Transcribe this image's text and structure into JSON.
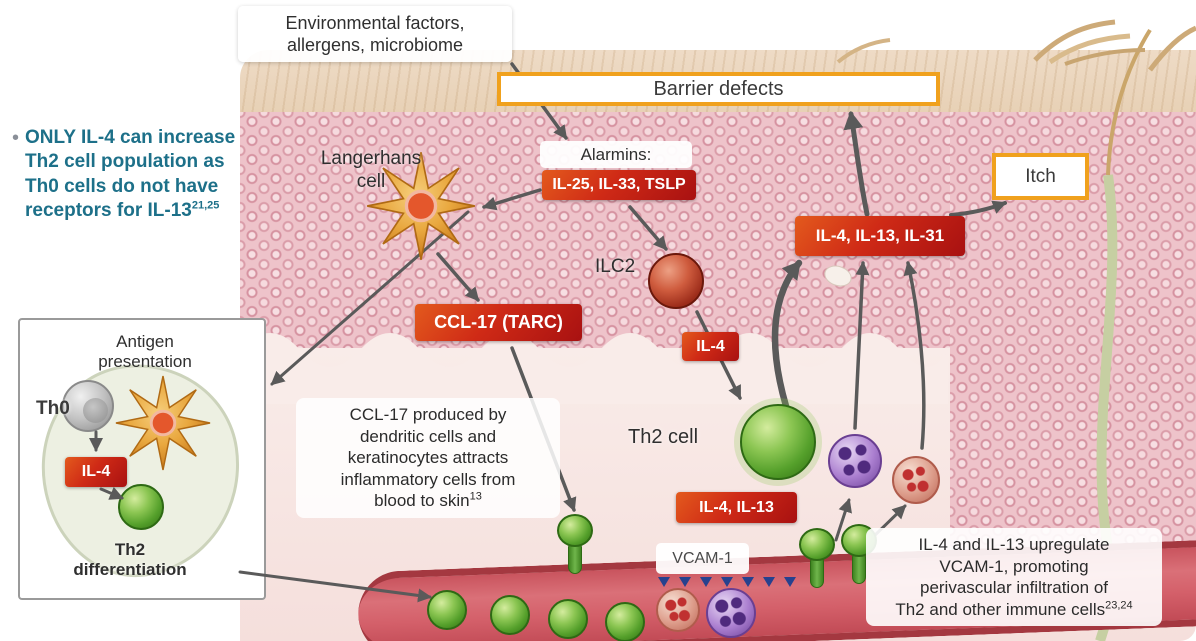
{
  "colors": {
    "red_box": "#c22414",
    "orange_border": "#f0a11d",
    "teal_text": "#1d7089",
    "arrow_gray": "#5a5a5a",
    "vessel_red": "#c9545e",
    "th2_green": "#55a02b"
  },
  "top": {
    "environmental": "Environmental factors,\nallergens, microbiome",
    "barrier_defects": "Barrier defects",
    "itch": "Itch"
  },
  "bullet": {
    "marker": "•",
    "text": "ONLY IL-4 can increase Th2 cell population as Th0 cells do not have receptors for IL-13",
    "sup": "21,25"
  },
  "diagram": {
    "langerhans": "Langerhans\ncell",
    "alarmins_label": "Alarmins:",
    "alarmins_box": "IL-25, IL-33, TSLP",
    "ilc2": "ILC2",
    "il4": "IL-4",
    "ccl17": "CCL-17 (TARC)",
    "cytokines_box": "IL-4, IL-13, IL-31",
    "th2": "Th2 cell",
    "il4_il13": "IL-4, IL-13",
    "vcam1": "VCAM-1"
  },
  "notes": {
    "ccl17_text": "CCL-17 produced by\ndendritic cells and\nkeratinocytes attracts\ninflammatory cells from\nblood to skin",
    "ccl17_sup": "13",
    "vcam_text": "IL-4 and IL-13 upregulate\nVCAM-1, promoting\nperivascular infiltration of\nTh2 and other immune cells",
    "vcam_sup": "23,24"
  },
  "inset": {
    "antigen_presentation": "Antigen\npresentation",
    "th0": "Th0",
    "il4": "IL-4",
    "th2_differentiation": "Th2\ndifferentiation"
  }
}
